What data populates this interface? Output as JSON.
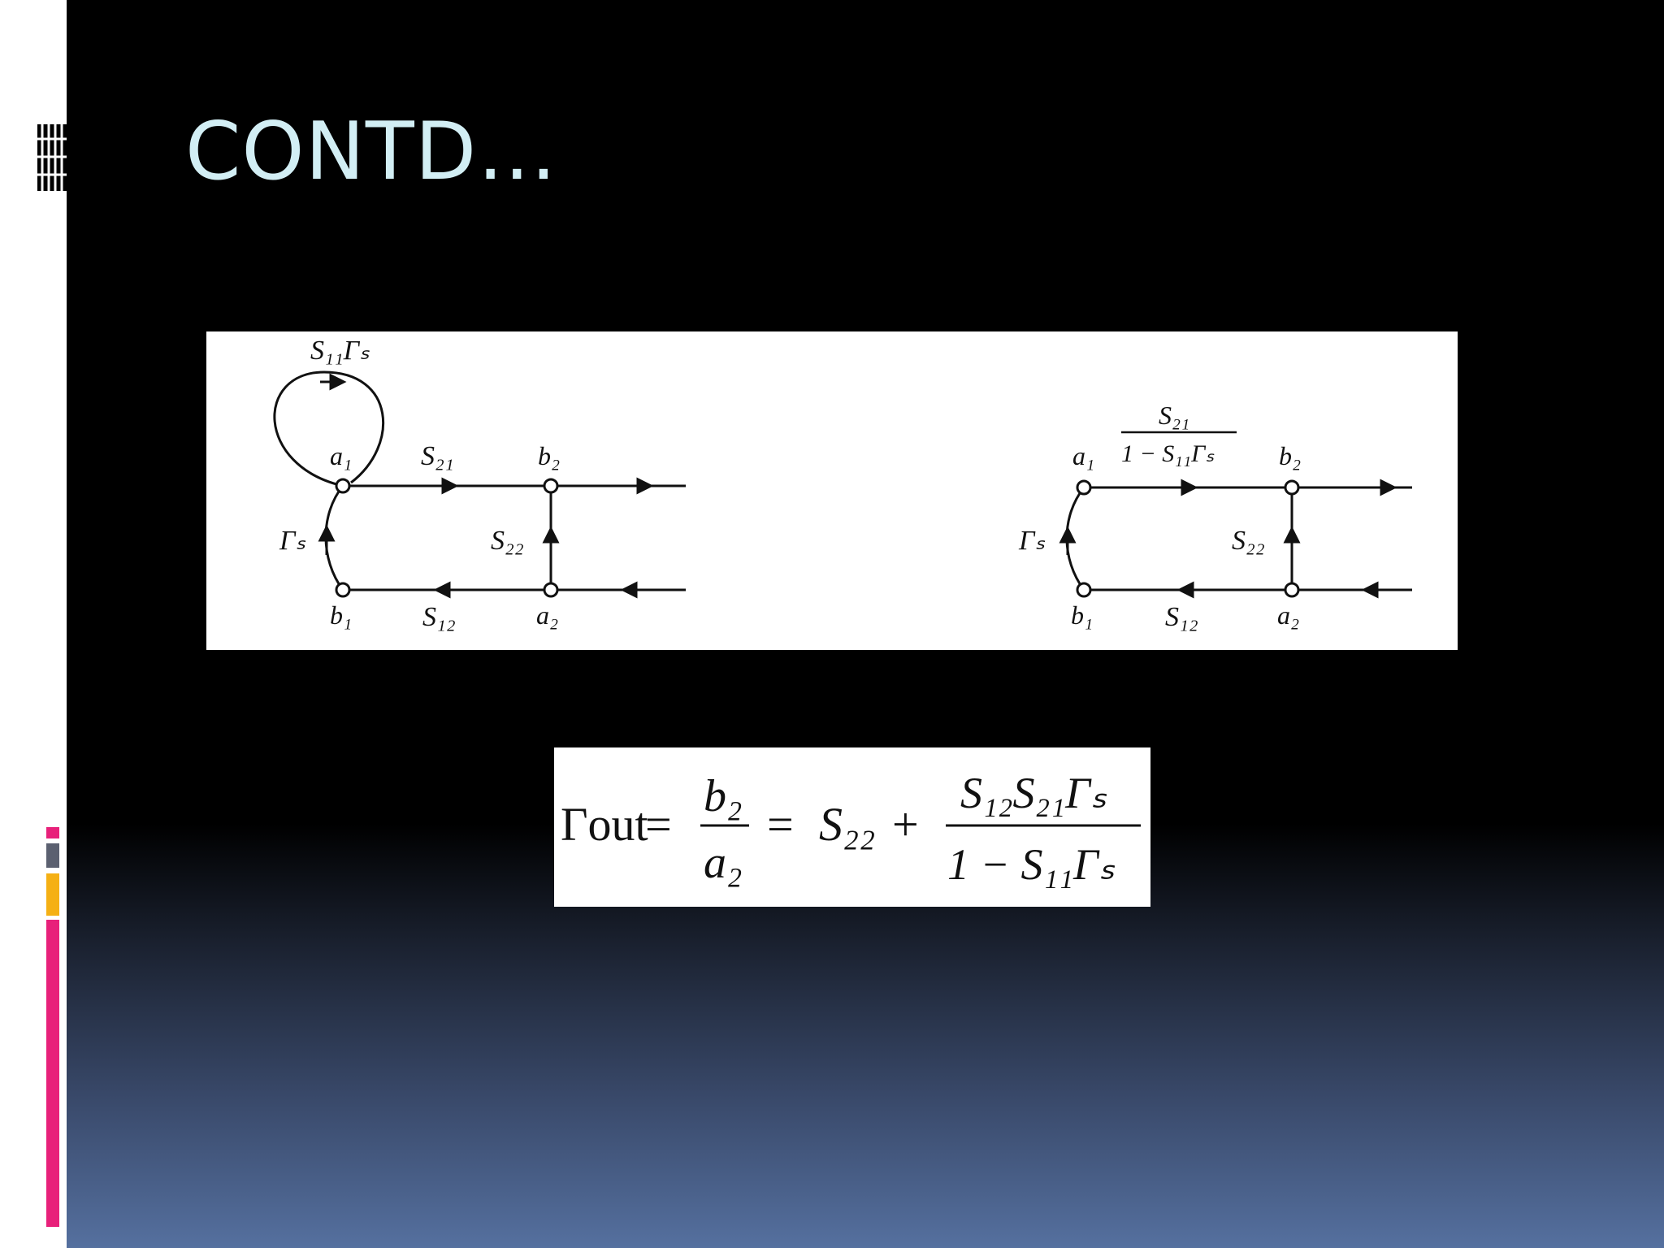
{
  "slide": {
    "title": "CONTD…",
    "colors": {
      "title": "#d2eef4",
      "accent_pink": "#e8207a",
      "accent_orange": "#f5b014",
      "accent_gray": "#5b6070",
      "gradient_bottom": "#55709f"
    }
  },
  "diagram_left": {
    "self_loop": "S₁₁Γₛ",
    "node_a1": "a₁",
    "node_b1": "b₁",
    "node_a2": "a₂",
    "node_b2": "b₂",
    "branch_top": "S₂₁",
    "branch_bottom": "S₁₂",
    "branch_right": "S₂₂",
    "branch_left": "Γₛ"
  },
  "diagram_right": {
    "branch_top_num": "S₂₁",
    "branch_top_den": "1 − S₁₁Γₛ",
    "node_a1": "a₁",
    "node_b1": "b₁",
    "node_a2": "a₂",
    "node_b2": "b₂",
    "branch_bottom": "S₁₂",
    "branch_right": "S₂₂",
    "branch_left": "Γₛ"
  },
  "formula": {
    "lhs": "Γout",
    "eq1": "=",
    "frac1_num": "b₂",
    "frac1_den": "a₂",
    "eq2": "=",
    "term": "S₂₂",
    "plus": "+",
    "frac2_num": "S₁₂S₂₁Γₛ",
    "frac2_den": "1 − S₁₁Γₛ"
  }
}
